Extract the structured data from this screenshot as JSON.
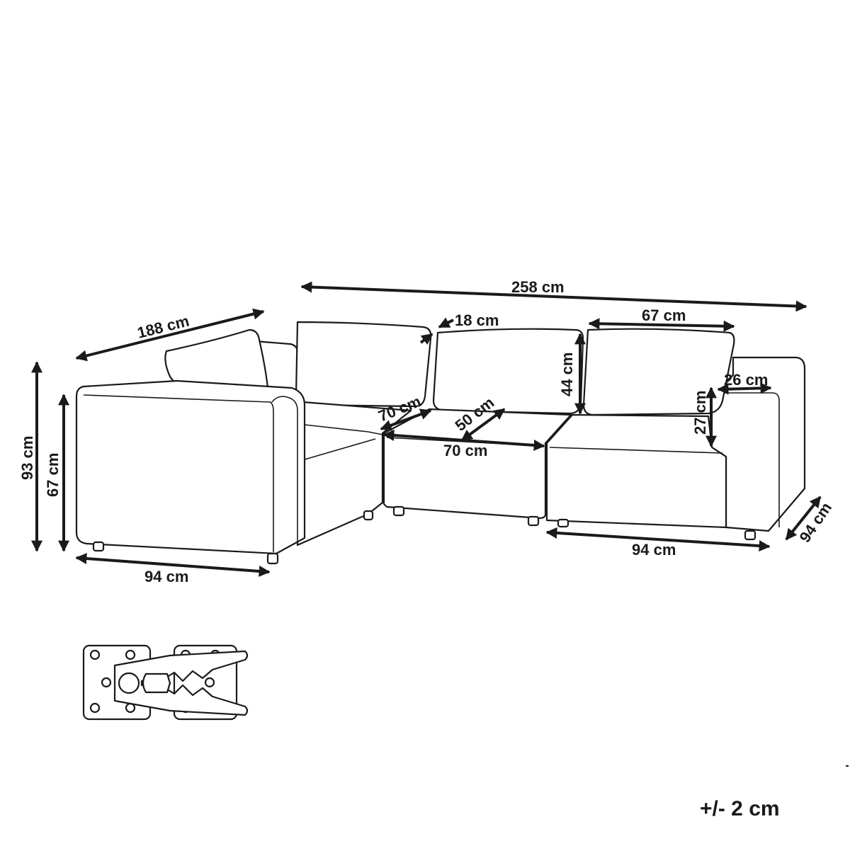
{
  "dimensions": {
    "total_width": "258 cm",
    "left_depth": "188 cm",
    "cushion_depth": "18 cm",
    "cushion_width": "67 cm",
    "cushion_height": "44 cm",
    "arm_width": "26 cm",
    "arm_height": "27 cm",
    "seat_depth_diag": "70 cm",
    "seat_depth": "50 cm",
    "seat_width": "70 cm",
    "total_height": "93 cm",
    "seat_height": "67 cm",
    "left_module_width": "94 cm",
    "right_module_width": "94 cm",
    "right_module_depth": "94 cm"
  },
  "tolerance": "+/- 2 cm",
  "colors": {
    "line": "#1a1a1a",
    "background": "#ffffff"
  }
}
